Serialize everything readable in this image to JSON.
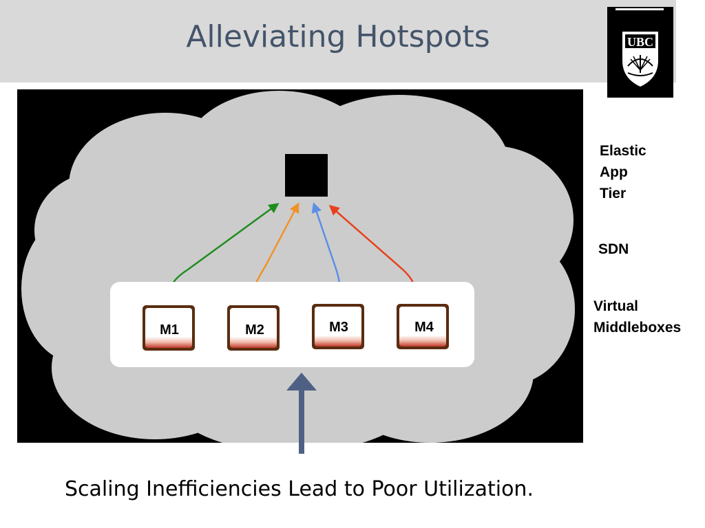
{
  "slide": {
    "title": "Alleviating Hotspots",
    "caption": "Scaling Inefficiencies Lead to Poor Utilization."
  },
  "logo": {
    "text": "UBC"
  },
  "diagram": {
    "middleboxes": [
      "M1",
      "M2",
      "M3",
      "M4"
    ],
    "arrow_colors": [
      "#1e8c1e",
      "#f0922a",
      "#5b8fe6",
      "#e8401c"
    ],
    "big_arrow_color": "#4e6185",
    "cloud_color": "#cccccc"
  },
  "side_labels": {
    "elastic": "Elastic\nApp\nTier",
    "sdn": "SDN",
    "virtual": "Virtual\nMiddleboxes"
  }
}
